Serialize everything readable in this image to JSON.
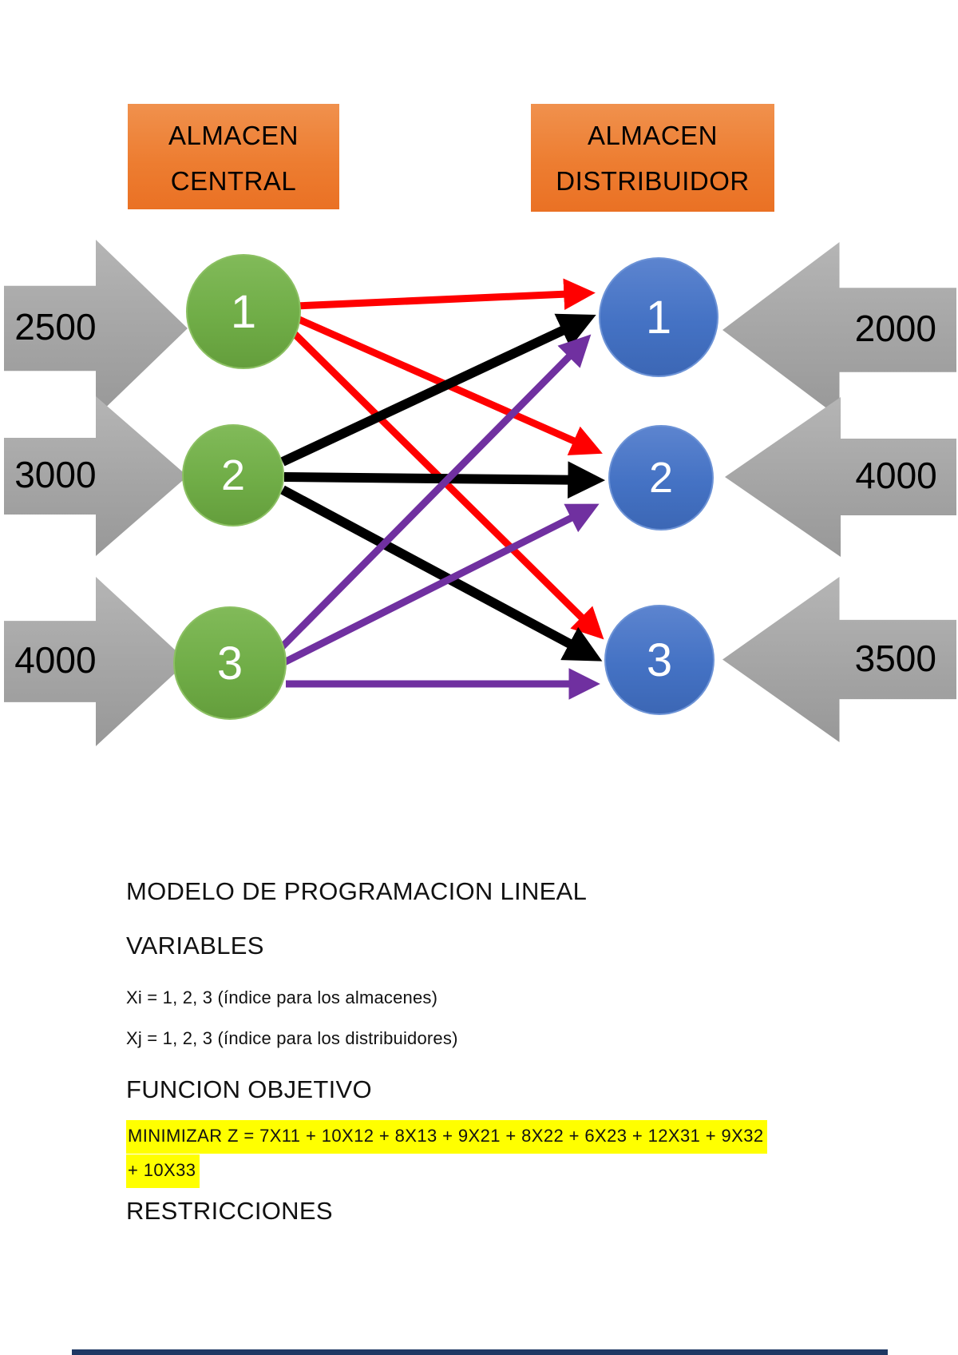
{
  "diagram": {
    "left_header": {
      "line1": "ALMACEN",
      "line2": "CENTRAL"
    },
    "right_header": {
      "line1": "ALMACEN",
      "line2": "DISTRIBUIDOR"
    },
    "central_nodes": [
      {
        "label": "1",
        "supply": "2500"
      },
      {
        "label": "2",
        "supply": "3000"
      },
      {
        "label": "3",
        "supply": "4000"
      }
    ],
    "distributor_nodes": [
      {
        "label": "1",
        "demand": "2000"
      },
      {
        "label": "2",
        "demand": "4000"
      },
      {
        "label": "3",
        "demand": "3500"
      }
    ],
    "edges": [
      {
        "from": "central-1",
        "to": "distributor-1",
        "color": "red"
      },
      {
        "from": "central-1",
        "to": "distributor-2",
        "color": "red"
      },
      {
        "from": "central-1",
        "to": "distributor-3",
        "color": "red"
      },
      {
        "from": "central-2",
        "to": "distributor-1",
        "color": "black"
      },
      {
        "from": "central-2",
        "to": "distributor-2",
        "color": "black"
      },
      {
        "from": "central-2",
        "to": "distributor-3",
        "color": "black"
      },
      {
        "from": "central-3",
        "to": "distributor-1",
        "color": "purple"
      },
      {
        "from": "central-3",
        "to": "distributor-2",
        "color": "purple"
      },
      {
        "from": "central-3",
        "to": "distributor-3",
        "color": "purple"
      }
    ],
    "colors": {
      "header_orange": "#ED7D31",
      "node_green": "#70AD47",
      "node_blue": "#4472C4",
      "block_arrow_gray": "#A6A6A6",
      "edge_red": "#FF0000",
      "edge_black": "#000000",
      "edge_purple": "#7030A0",
      "highlight_yellow": "#FFFF00",
      "bottom_bar_navy": "#1F3864"
    }
  },
  "model": {
    "title": "MODELO DE PROGRAMACION LINEAL",
    "variables_heading": "VARIABLES",
    "variable_i": "Xi = 1, 2, 3 (índice para los almacenes)",
    "variable_j": "Xj = 1, 2, 3 (índice para los distribuidores)",
    "objective_heading": "FUNCION OBJETIVO",
    "objective_line1": "MINIMIZAR Z = 7X11 + 10X12 + 8X13 + 9X21 + 8X22 + 6X23 + 12X31 + 9X32",
    "objective_line2": "+ 10X33",
    "restrictions_heading": "RESTRICCIONES"
  }
}
